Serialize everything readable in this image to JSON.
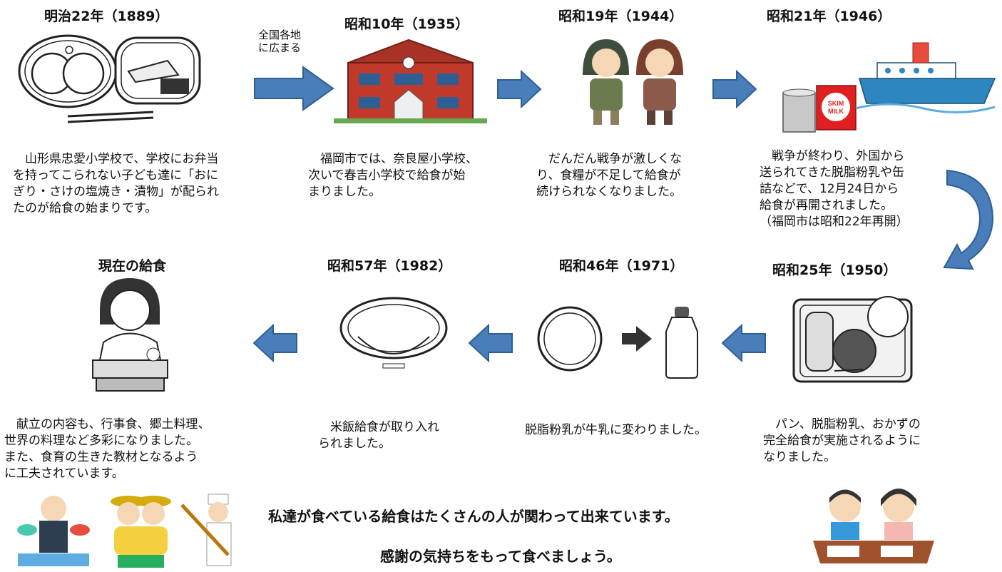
{
  "steps": [
    {
      "title": "明治22年（1889）",
      "desc": [
        "　山形県忠愛小学校で、学校にお弁当",
        "を持ってこられない子ども達に「おに",
        "ぎり・さけの塩焼き・漬物」が配られ",
        "たのが給食の始まりです。"
      ]
    },
    {
      "title": "昭和10年（1935）",
      "desc": [
        "　福岡市では、奈良屋小学校、",
        "次いで春吉小学校で給食が始",
        "まりました。"
      ]
    },
    {
      "title": "昭和19年（1944）",
      "desc": [
        "　だんだん戦争が激しくな",
        "り、食糧が不足して給食が",
        "続けられなくなりました。"
      ]
    },
    {
      "title": "昭和21年（1946）",
      "desc": [
        "　戦争が終わり、外国から",
        "送られてきた脱脂粉乳や缶",
        "詰などで、12月24日から",
        "給食が再開されました。",
        "（福岡市は昭和22年再開）"
      ]
    },
    {
      "title": "昭和25年（1950）",
      "desc": [
        "　パン、脱脂粉乳、おかずの",
        "完全給食が実施されるように",
        "なりました。"
      ]
    },
    {
      "title": "昭和46年（1971）",
      "desc": [
        "脱脂粉乳が牛乳に変わりました。"
      ]
    },
    {
      "title": "昭和57年（1982）",
      "desc": [
        "　米飯給食が取り入れ",
        "られました。"
      ]
    },
    {
      "title": "現在の給食",
      "desc": [
        "　献立の内容も、行事食、郷土料理、",
        "世界の料理など多彩になりました。",
        "また、食育の生きた教材となるよう",
        "に工夫されています。"
      ]
    }
  ],
  "arrow_note": [
    "全国各地",
    "に広まる"
  ],
  "milk_label": [
    "SKIM",
    "MILK"
  ],
  "slogan": [
    "私達が食べている給食はたくさんの人が関わって出来ています。",
    "感謝の気持ちをもって食べましょう。"
  ],
  "colors": {
    "arrow": "#4a7ebb",
    "arrow_stroke": "#2e5f93",
    "building": "#c0392b"
  }
}
